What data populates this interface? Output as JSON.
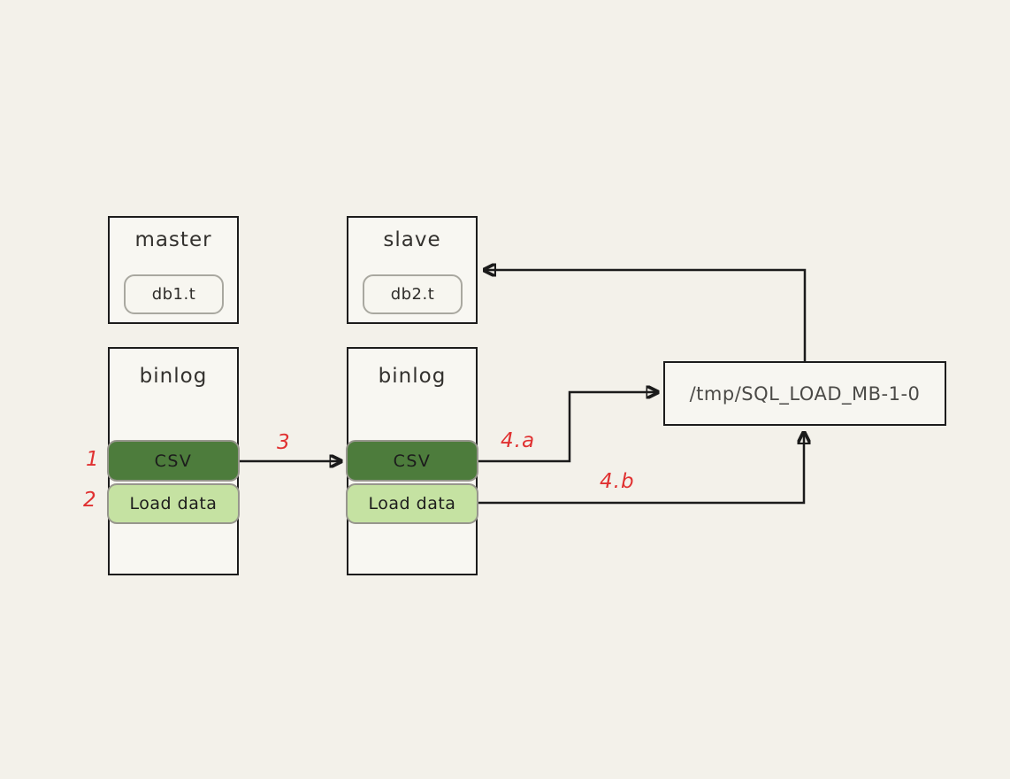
{
  "diagram": {
    "master": {
      "title": "master",
      "table": "db1.t"
    },
    "slave": {
      "title": "slave",
      "table": "db2.t"
    },
    "master_binlog": {
      "title": "binlog",
      "rows": [
        {
          "label": "CSV"
        },
        {
          "label": "Load data"
        }
      ]
    },
    "slave_binlog": {
      "title": "binlog",
      "rows": [
        {
          "label": "CSV"
        },
        {
          "label": "Load data"
        }
      ]
    },
    "tmp_file": {
      "label": "/tmp/SQL_LOAD_MB-1-0"
    },
    "steps": {
      "s1": "1",
      "s2": "2",
      "s3": "3",
      "s4a": "4.a",
      "s4b": "4.b"
    }
  },
  "colors": {
    "background": "#f3f1ea",
    "stroke": "#1b1b1b",
    "step_red": "#e03131",
    "csv_green": "#4d7c3c",
    "load_green": "#c5e2a2",
    "muted_border": "#a9a8a0"
  }
}
